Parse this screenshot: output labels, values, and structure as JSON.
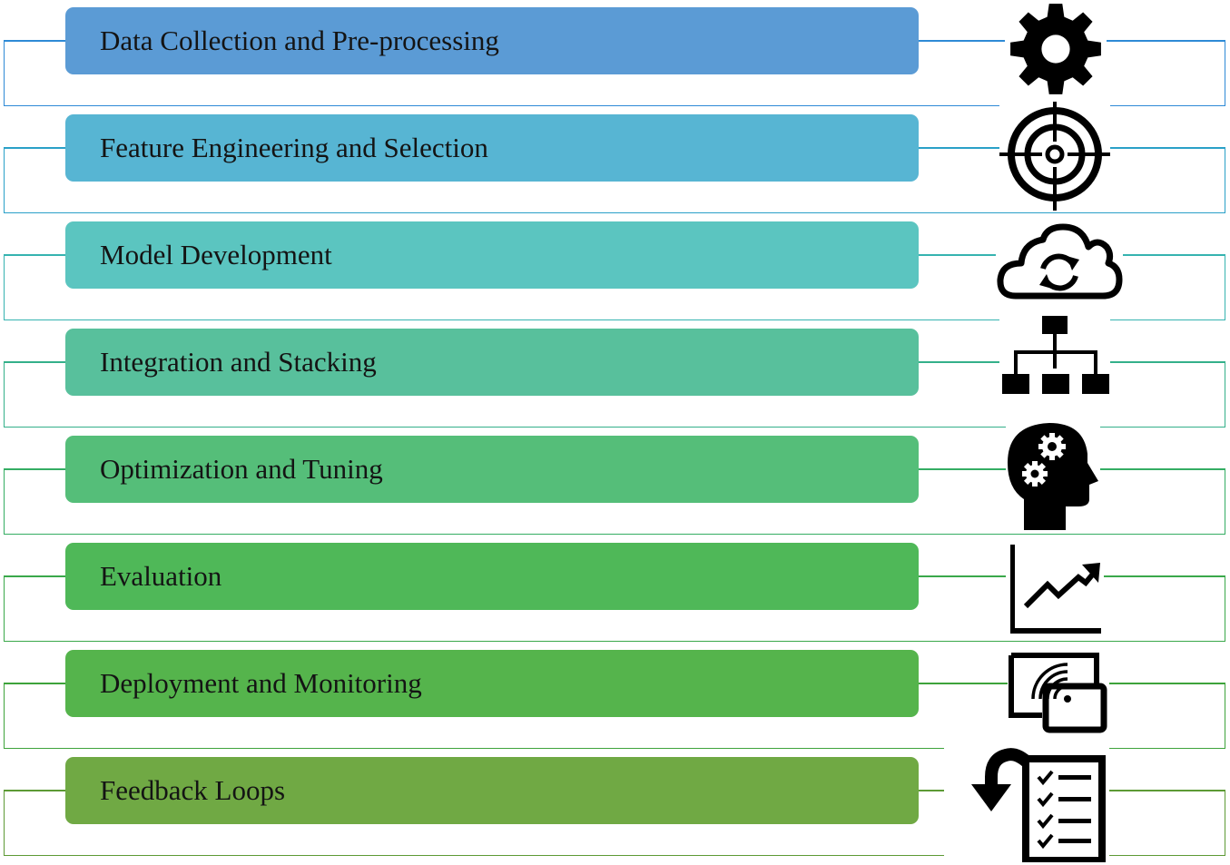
{
  "steps": [
    {
      "label": "Data Collection  and Pre-processing",
      "icon": "gear-icon",
      "bar_color": "#5b9bd5",
      "line_color": "#2e8ad6"
    },
    {
      "label": "Feature Engineering  and  Selection",
      "icon": "target-icon",
      "bar_color": "#57b5d3",
      "line_color": "#2aa0c8"
    },
    {
      "label": "Model  Development",
      "icon": "cloud-sync-icon",
      "bar_color": "#5bc5c0",
      "line_color": "#36b3b0"
    },
    {
      "label": "Integration  and  Stacking",
      "icon": "hierarchy-icon",
      "bar_color": "#58c09c",
      "line_color": "#34b08a"
    },
    {
      "label": "Optimization  and Tuning",
      "icon": "head-gears-icon",
      "bar_color": "#55be79",
      "line_color": "#34ad63"
    },
    {
      "label": "Evaluation",
      "icon": "growth-chart-icon",
      "bar_color": "#4fb858",
      "line_color": "#3aa84a"
    },
    {
      "label": "Deployment  and Monitoring",
      "icon": "remote-monitor-icon",
      "bar_color": "#55b44c",
      "line_color": "#3ea33b"
    },
    {
      "label": "Feedback  Loops",
      "icon": "feedback-checklist-icon",
      "bar_color": "#70a944",
      "line_color": "#5d9a35"
    }
  ]
}
